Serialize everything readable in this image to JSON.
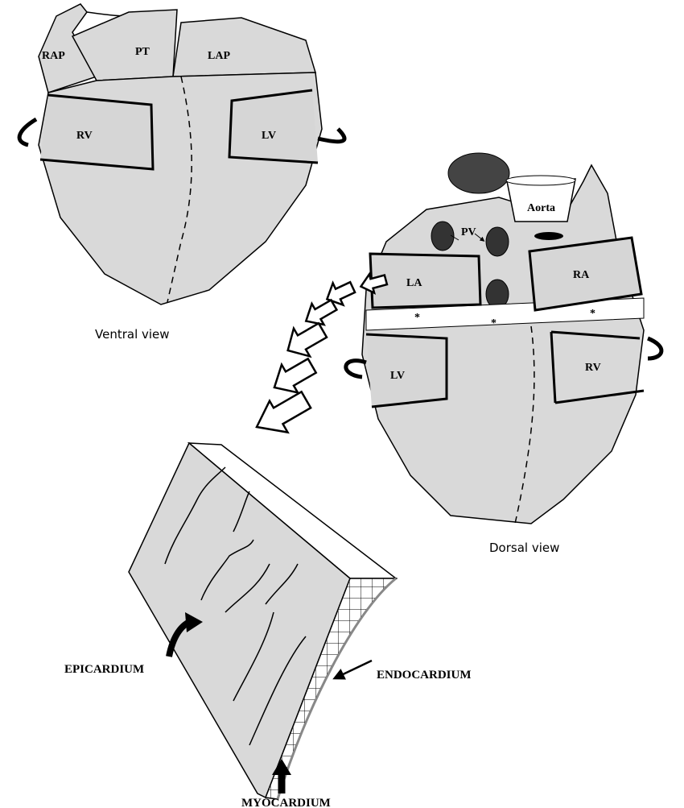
{
  "ventral": {
    "caption": "Ventral view",
    "labels": {
      "rap": "RAP",
      "pt": "PT",
      "lap": "LAP",
      "rv": "RV",
      "lv": "LV"
    }
  },
  "dorsal": {
    "caption": "Dorsal view",
    "labels": {
      "aorta": "Aorta",
      "pv": "PV",
      "la": "LA",
      "ra": "RA",
      "lv": "LV",
      "rv": "RV"
    }
  },
  "tissue": {
    "labels": {
      "epicardium": "EPICARDIUM",
      "endocardium": "ENDOCARDIUM",
      "myocardium": "MYOCARDIUM"
    }
  },
  "colors": {
    "fill": "#d9d9d9",
    "stroke": "#000000"
  }
}
